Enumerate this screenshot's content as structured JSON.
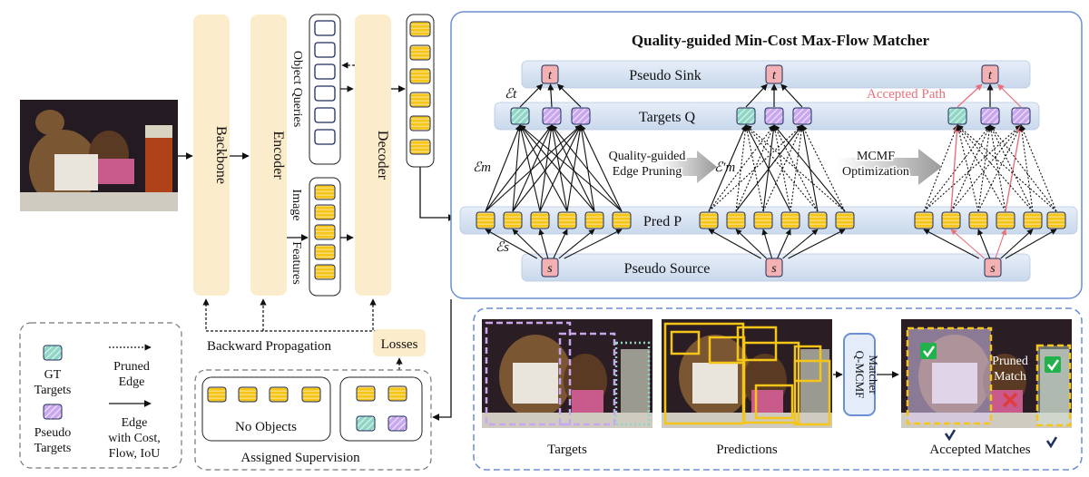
{
  "blocks": {
    "backbone": "Backbone",
    "encoder": "Encoder",
    "decoder": "Decoder",
    "object_queries": "Object Queries",
    "image_features_1": "Image",
    "image_features_2": "Features"
  },
  "matcher": {
    "title": "Quality-guided Min-Cost Max-Flow Matcher",
    "pseudo_sink": "Pseudo Sink",
    "targets": "Targets Q",
    "pred": "Pred P",
    "pseudo_source": "Pseudo Source",
    "sink_node": "t",
    "source_node": "s",
    "et": "ℰt",
    "em": "ℰm",
    "em_prime": "ℰ′m",
    "es": "ℰs",
    "pruning_1": "Quality-guided",
    "pruning_2": "Edge Pruning",
    "mcmf_1": "MCMF",
    "mcmf_2": "Optimization",
    "accepted_path": "Accepted Path"
  },
  "training": {
    "backward": "Backward Propagation",
    "losses": "Losses",
    "assigned_supervision": "Assigned Supervision",
    "no_objects": "No Objects"
  },
  "legend": {
    "gt_1": "GT",
    "gt_2": "Targets",
    "pseudo_1": "Pseudo",
    "pseudo_2": "Targets",
    "pruned_1": "Pruned",
    "pruned_2": "Edge",
    "edge_1": "Edge",
    "edge_2": "with Cost,",
    "edge_3": "Flow, IoU"
  },
  "bottom_panel": {
    "targets": "Targets",
    "predictions": "Predictions",
    "accepted": "Accepted Matches",
    "qmcmf_1": "Q-MCMF",
    "qmcmf_2": "Matcher",
    "pruned_1": "Pruned",
    "pruned_2": "Match"
  },
  "colors": {
    "block_fill": "#fbeccb",
    "panel_border": "#6a8fd4",
    "band_fill": "#dbe6f4",
    "yellow": "#f5c518",
    "gt_teal": "#8fd6c6",
    "pseudo_purple": "#c9a6ee",
    "node_pink": "#f3b1b4",
    "accepted_red": "#e8707a"
  }
}
